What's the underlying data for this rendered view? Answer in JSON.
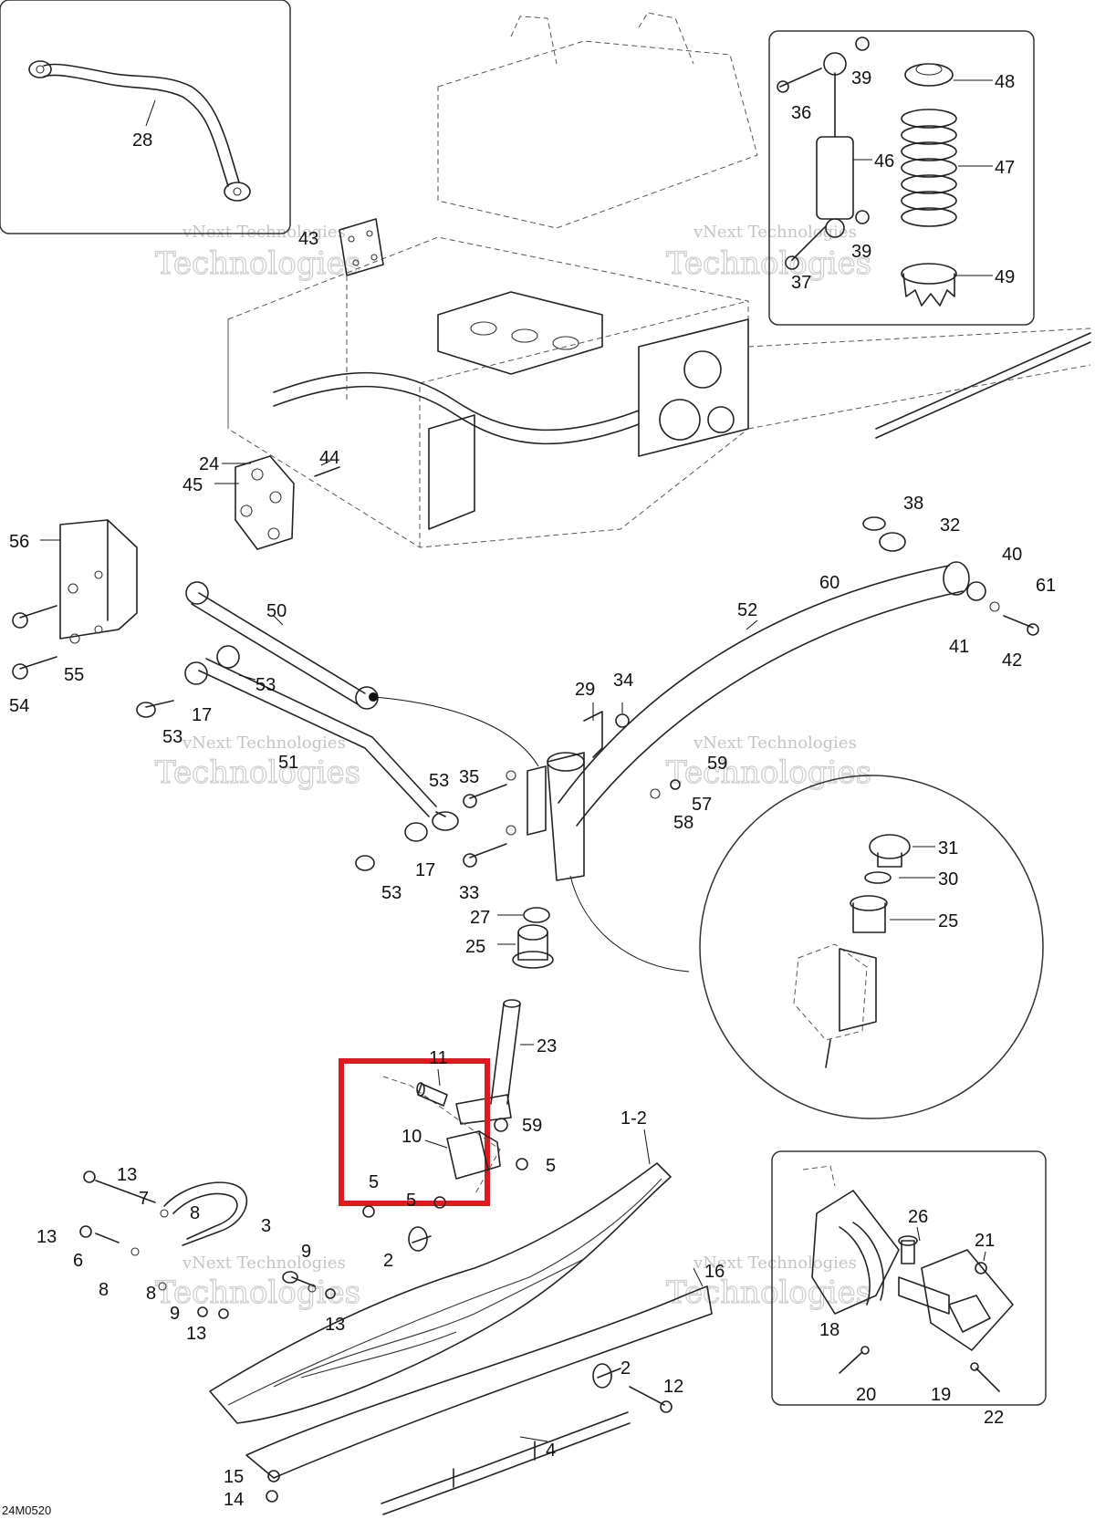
{
  "figure_ref": "24M0520",
  "watermark": {
    "line1": "vNext Technologies",
    "line2": "Technologies"
  },
  "highlight": {
    "color": "#e0191f",
    "parts": [
      "10",
      "11"
    ]
  },
  "callouts": {
    "p28": "28",
    "p43": "43",
    "p36": "36",
    "p39a": "39",
    "p48": "48",
    "p46": "46",
    "p47": "47",
    "p39b": "39",
    "p37": "37",
    "p49": "49",
    "p24": "24",
    "p45": "45",
    "p44": "44",
    "p56": "56",
    "p55": "55",
    "p54": "54",
    "p50": "50",
    "p53a": "53",
    "p53b": "53",
    "p17a": "17",
    "p51": "51",
    "p38": "38",
    "p32": "32",
    "p40": "40",
    "p60": "60",
    "p61": "61",
    "p41": "41",
    "p42": "42",
    "p52": "52",
    "p29": "29",
    "p34": "34",
    "p59a": "59",
    "p57": "57",
    "p58": "58",
    "p53c": "53",
    "p35": "35",
    "p33": "33",
    "p17b": "17",
    "p53d": "53",
    "p31": "31",
    "p30": "30",
    "p25b": "25",
    "p27": "27",
    "p25a": "25",
    "p23": "23",
    "p11": "11",
    "p10": "10",
    "p59b": "59",
    "p1_2": "1-2",
    "p5a": "5",
    "p5b": "5",
    "p5c": "5",
    "p13a": "13",
    "p7": "7",
    "p8a": "8",
    "p13b": "13",
    "p6": "6",
    "p8b": "8",
    "p3": "3",
    "p8c": "8",
    "p9a": "9",
    "p9b": "9",
    "p13c": "13",
    "p13d": "13",
    "p2a": "2",
    "p16": "16",
    "p2b": "2",
    "p12": "12",
    "p15": "15",
    "p14": "14",
    "p4": "4",
    "p26": "26",
    "p21": "21",
    "p18": "18",
    "p20": "20",
    "p19": "19",
    "p22": "22"
  }
}
